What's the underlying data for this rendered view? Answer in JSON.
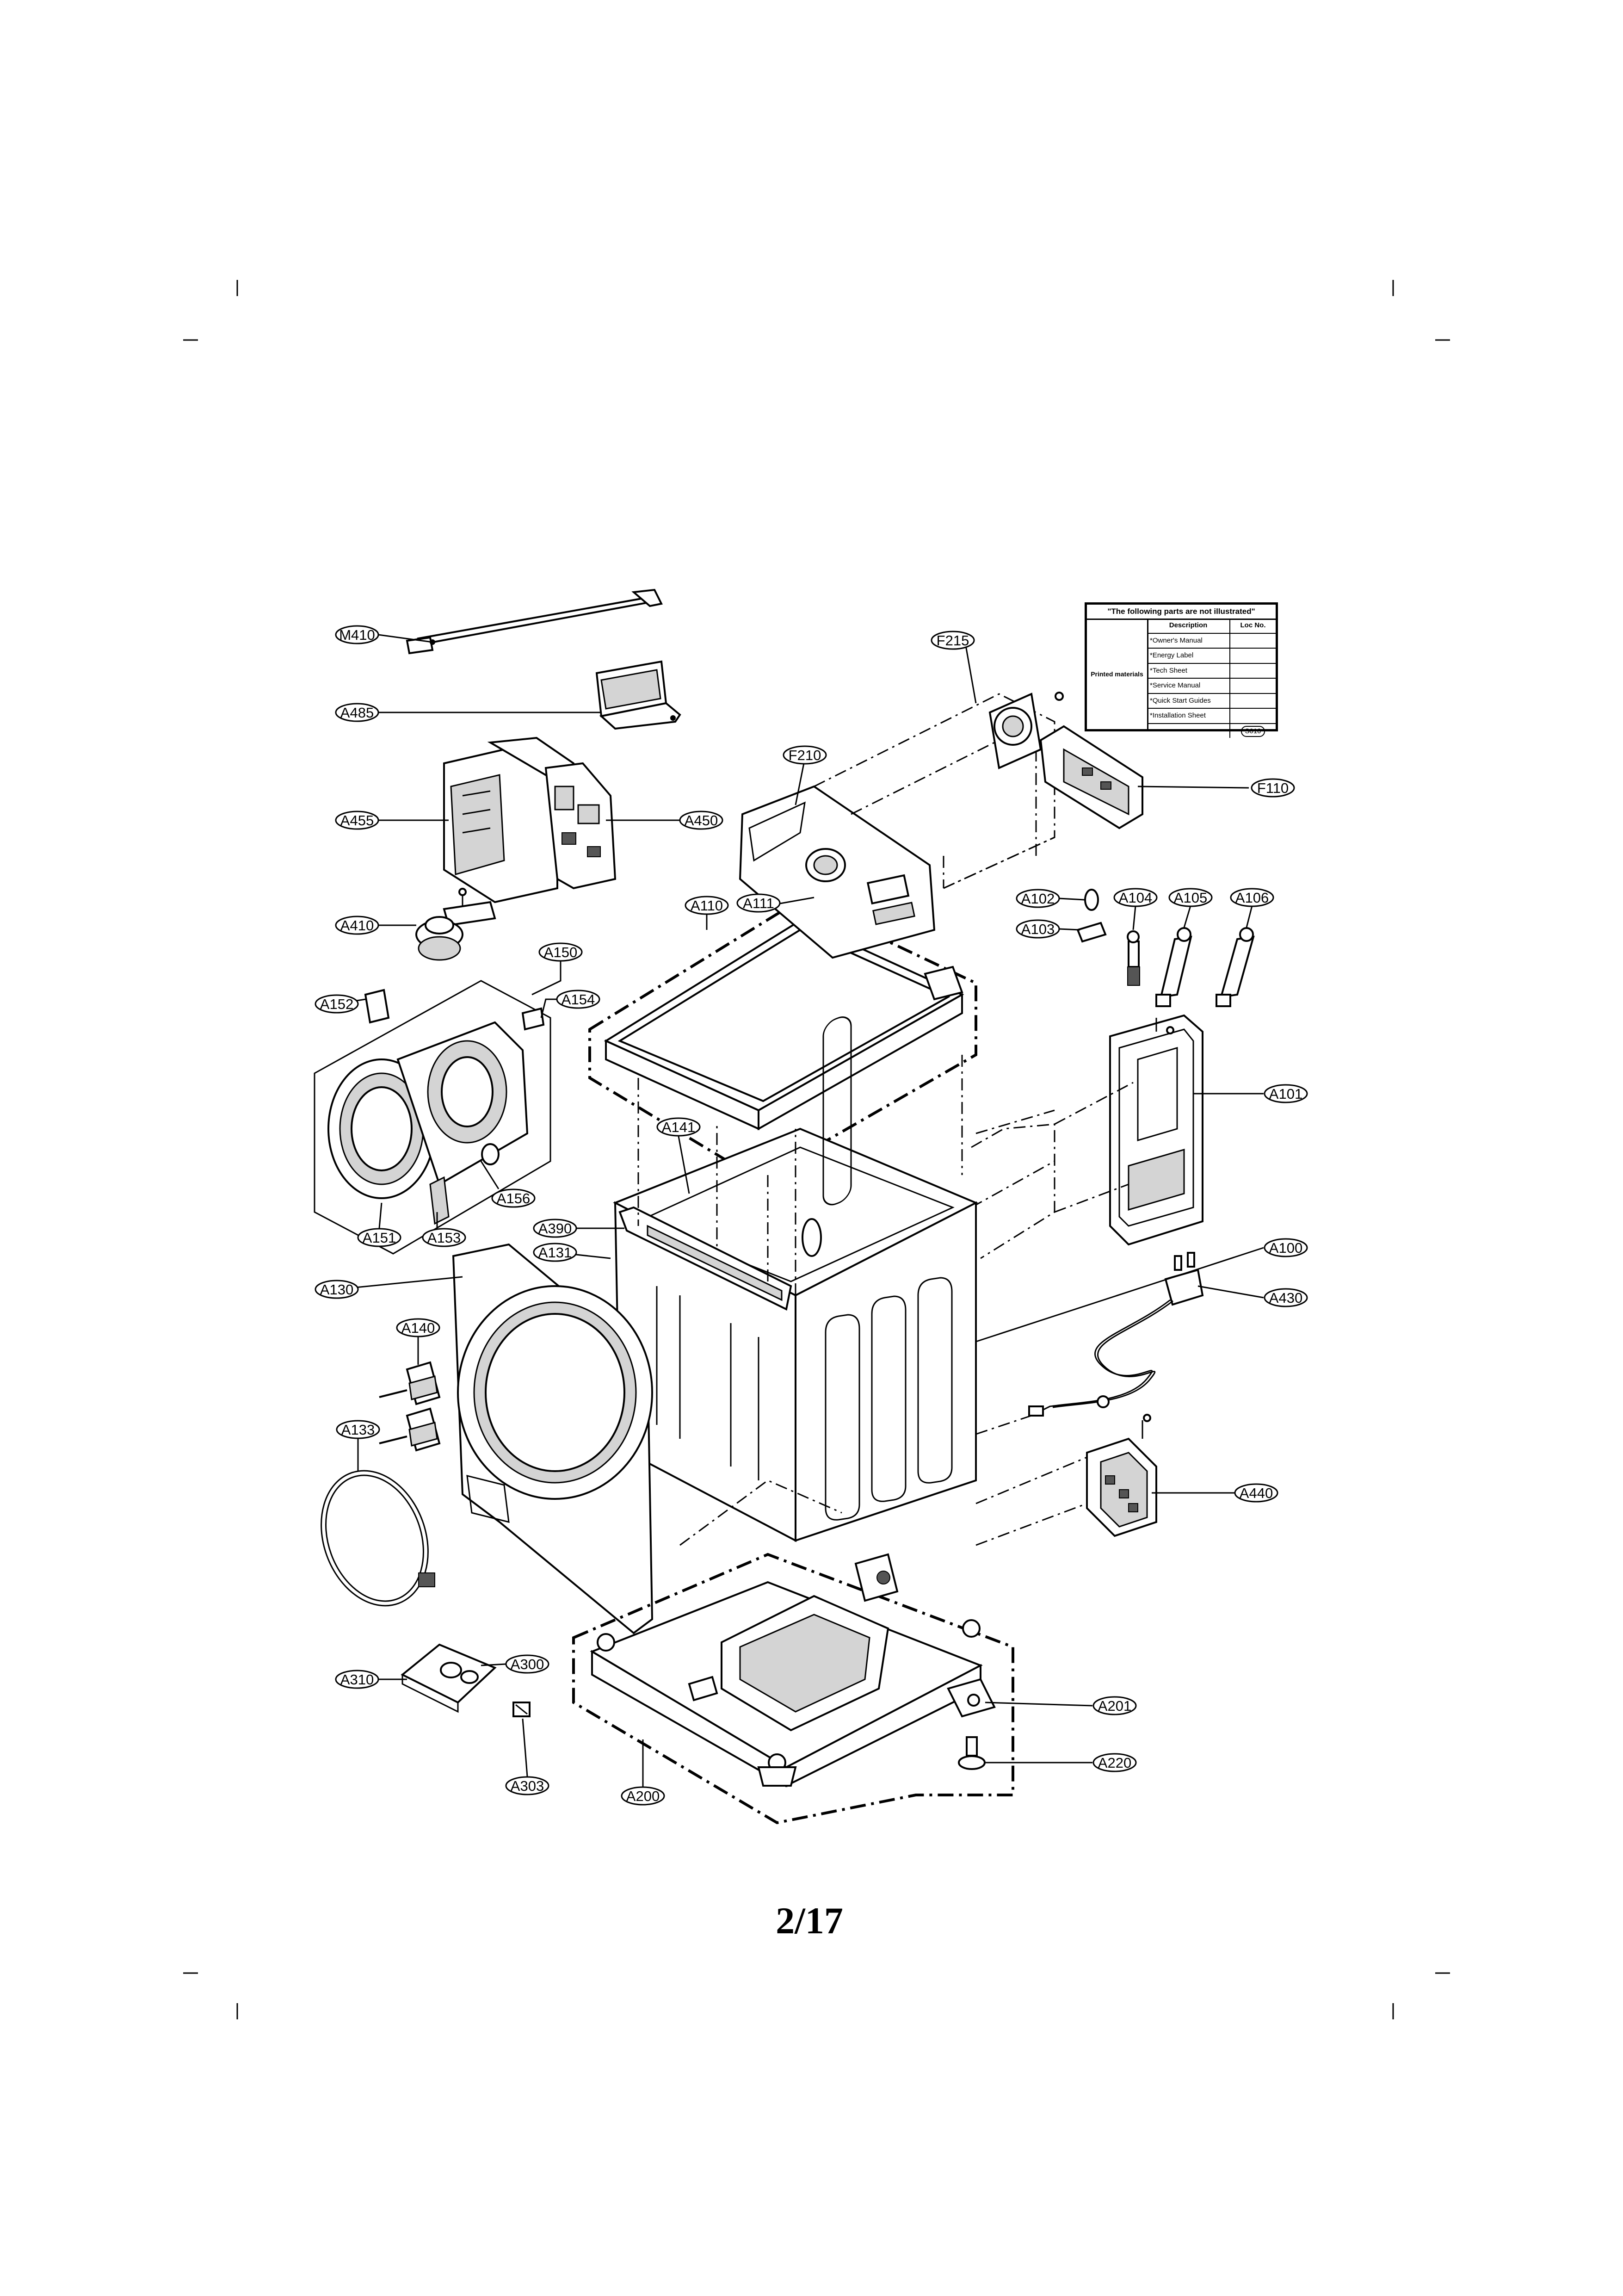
{
  "page": {
    "number": "2/17"
  },
  "notes_table": {
    "title": "\"The following parts are not illustrated\"",
    "header_description": "Description",
    "header_loc": "Loc No.",
    "group_label": "Printed materials",
    "items": [
      "*Owner's Manual",
      "*Energy Label",
      "*Tech Sheet",
      "*Service Manual",
      "*Quick Start Guides",
      "*Installation Sheet",
      ""
    ],
    "loc_value": "S010"
  },
  "labels": {
    "M410": "M410",
    "A485": "A485",
    "A455": "A455",
    "A450": "A450",
    "A410": "A410",
    "A150": "A150",
    "A152": "A152",
    "A154": "A154",
    "A156": "A156",
    "A151": "A151",
    "A153": "A153",
    "A130": "A130",
    "A140": "A140",
    "A133": "A133",
    "A310": "A310",
    "A300": "A300",
    "A303": "A303",
    "A200": "A200",
    "A390": "A390",
    "A131": "A131",
    "A141": "A141",
    "A110": "A110",
    "A111": "A111",
    "F210": "F210",
    "F215": "F215",
    "F110": "F110",
    "A102": "A102",
    "A103": "A103",
    "A104": "A104",
    "A105": "A105",
    "A106": "A106",
    "A101": "A101",
    "A100": "A100",
    "A430": "A430",
    "A440": "A440",
    "A201": "A201",
    "A220": "A220"
  }
}
